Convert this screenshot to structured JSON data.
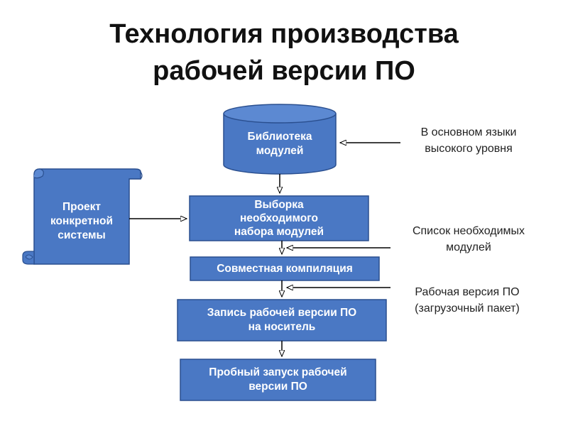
{
  "title": {
    "line1": "Технология производства",
    "line2": "рабочей версии ПО"
  },
  "nodes": {
    "library": {
      "line1": "Библиотека",
      "line2": "модулей"
    },
    "project": {
      "line1": "Проект",
      "line2": "конкретной",
      "line3": "системы"
    },
    "selection": {
      "line1": "Выборка",
      "line2": "необходимого",
      "line3": "набора модулей"
    },
    "compile": {
      "label": "Совместная компиляция"
    },
    "write": {
      "line1": "Запись рабочей версии ПО",
      "line2": "на носитель"
    },
    "trial": {
      "line1": "Пробный запуск рабочей",
      "line2": "версии ПО"
    }
  },
  "notes": {
    "languages": {
      "line1": "В основном языки",
      "line2": "высокого уровня"
    },
    "module_list": {
      "line1": "Список необходимых",
      "line2": "модулей"
    },
    "working_version": {
      "line1": "Рабочая версия ПО",
      "line2": "(загрузочный пакет)"
    }
  },
  "colors": {
    "box_fill": "#4a78c4",
    "box_stroke": "#2a4f8f",
    "text": "#ffffff",
    "line": "#000000"
  }
}
